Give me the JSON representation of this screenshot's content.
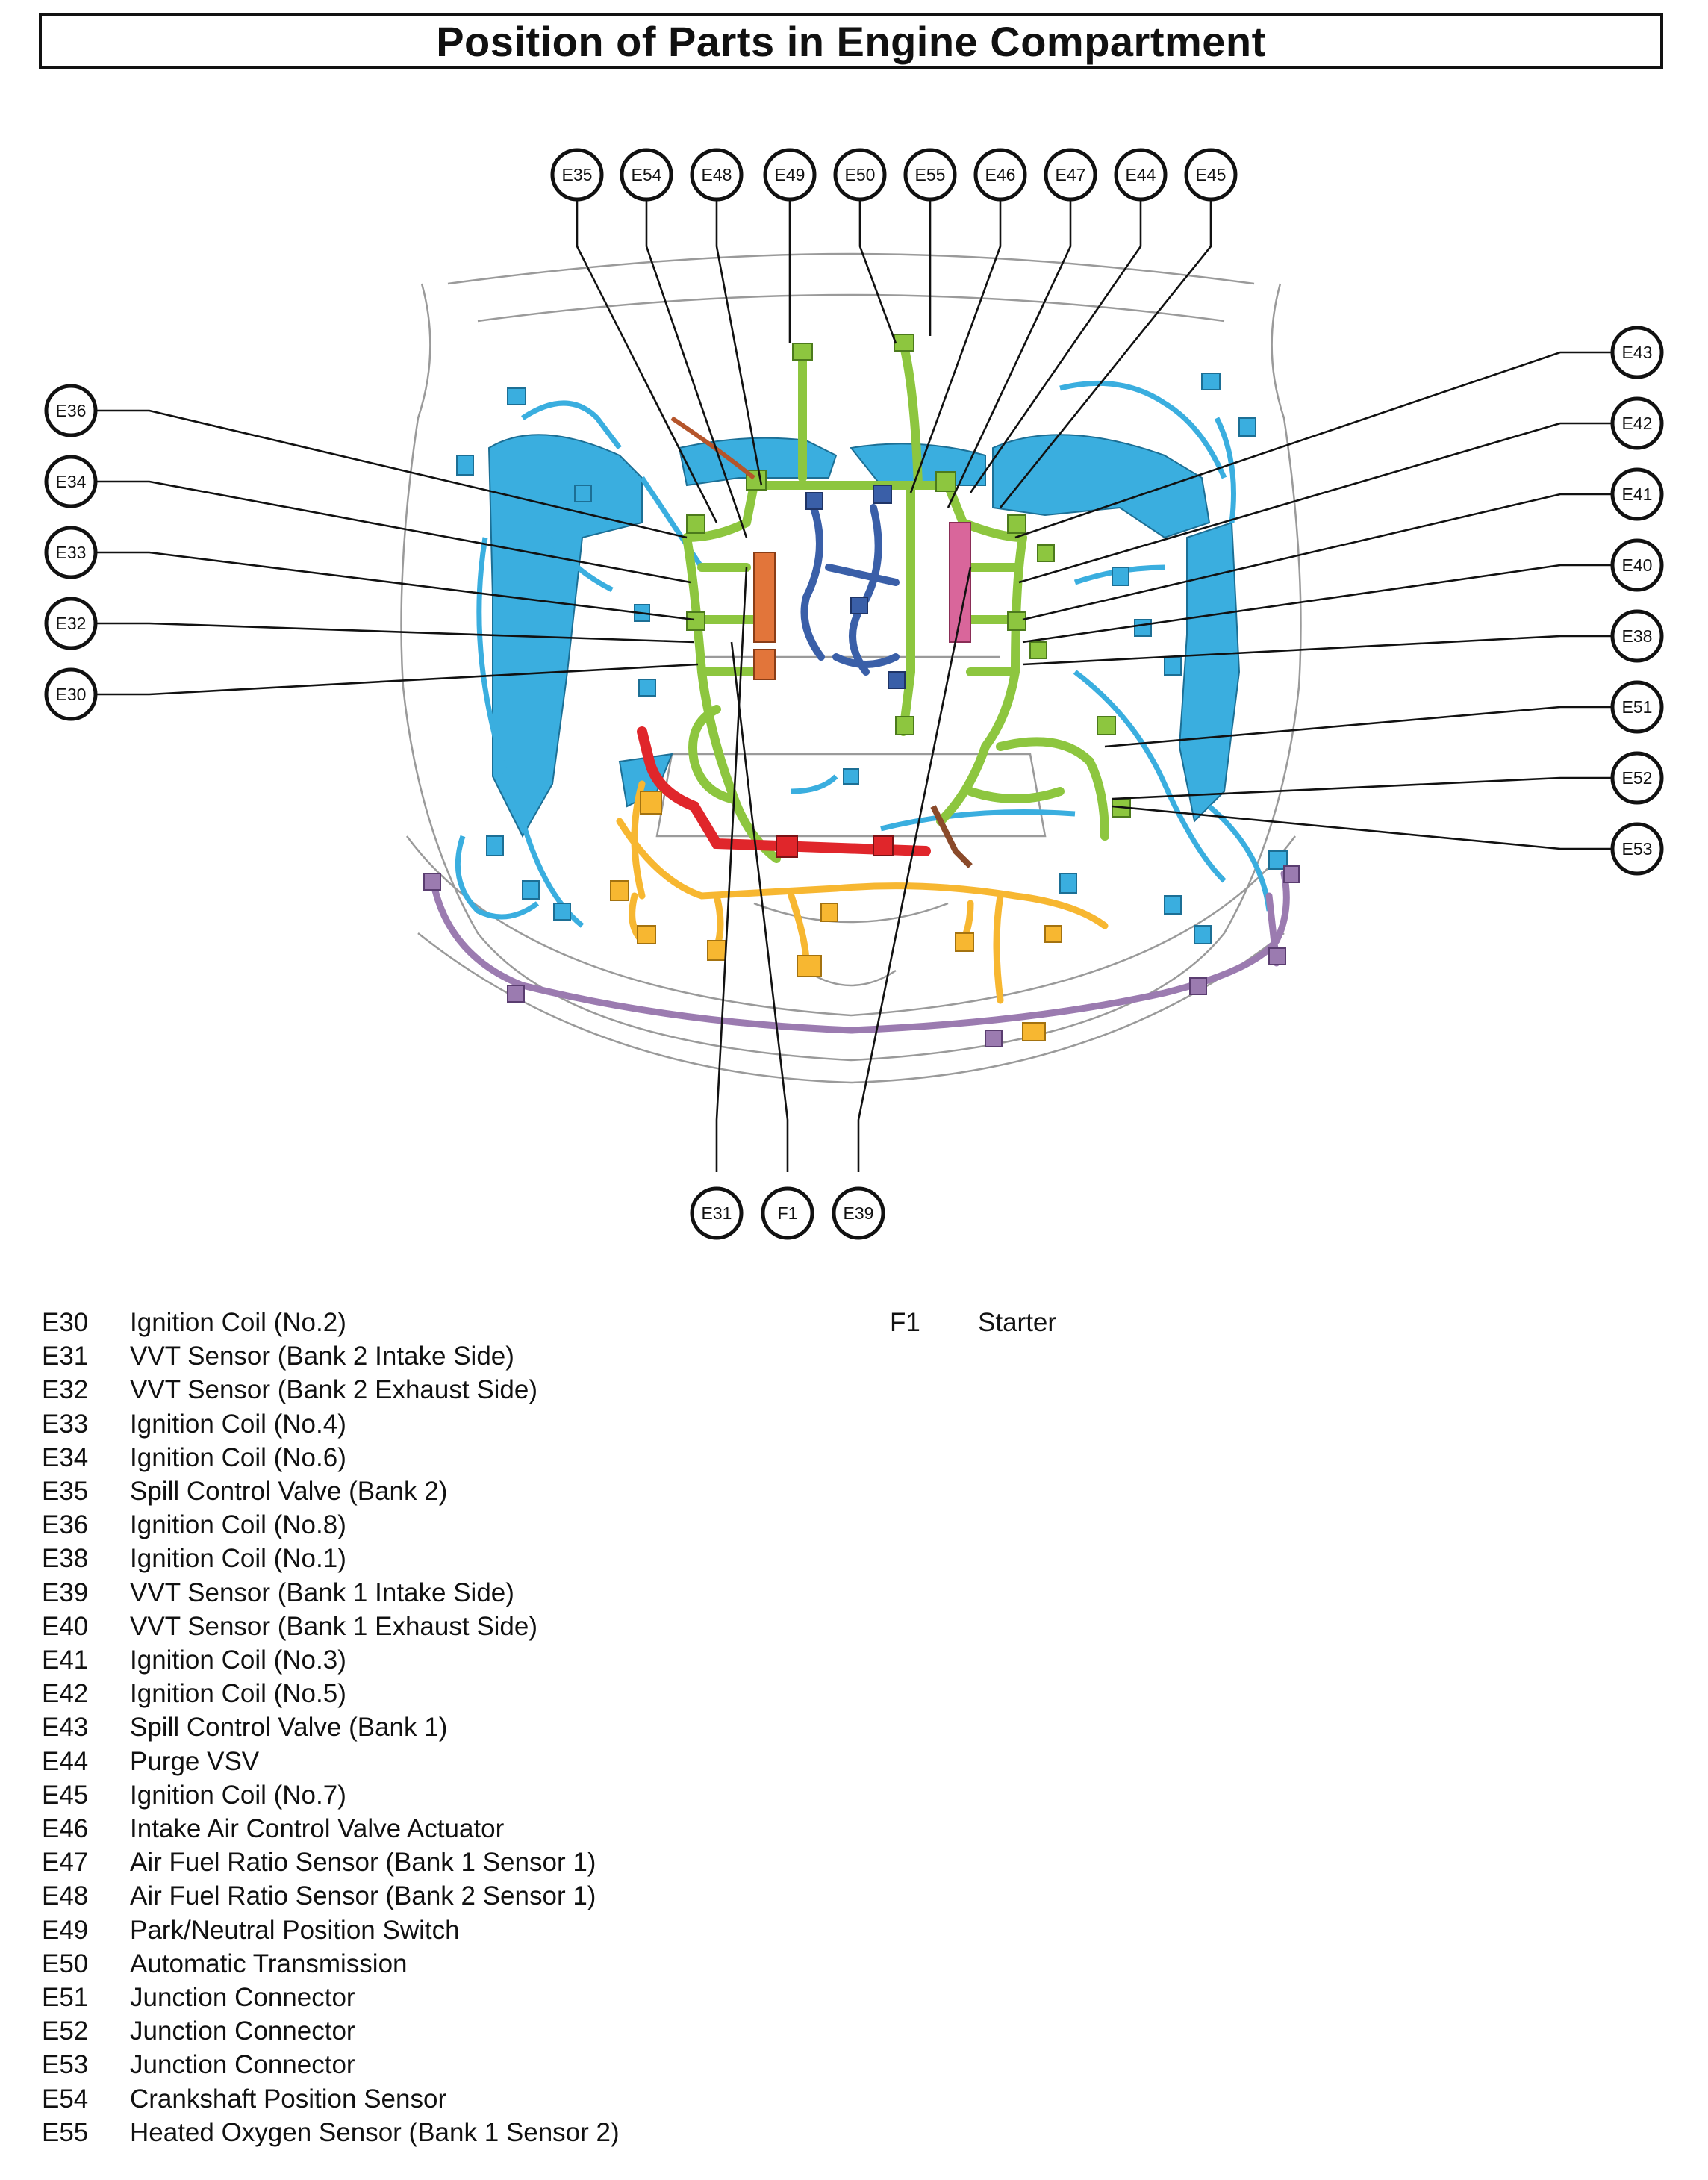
{
  "title": "Position of Parts in Engine Compartment",
  "callouts": {
    "top": [
      "E35",
      "E54",
      "E48",
      "E49",
      "E50",
      "E55",
      "E46",
      "E47",
      "E44",
      "E45"
    ],
    "left": [
      "E36",
      "E34",
      "E33",
      "E32",
      "E30"
    ],
    "right": [
      "E43",
      "E42",
      "E41",
      "E40",
      "E38",
      "E51",
      "E52",
      "E53"
    ],
    "bottom": [
      "E31",
      "F1",
      "E39"
    ]
  },
  "legend_left": [
    {
      "code": "E30",
      "desc": "Ignition Coil (No.2)"
    },
    {
      "code": "E31",
      "desc": "VVT Sensor (Bank 2 Intake Side)"
    },
    {
      "code": "E32",
      "desc": "VVT Sensor (Bank 2 Exhaust Side)"
    },
    {
      "code": "E33",
      "desc": "Ignition Coil (No.4)"
    },
    {
      "code": "E34",
      "desc": "Ignition Coil (No.6)"
    },
    {
      "code": "E35",
      "desc": "Spill Control Valve (Bank 2)"
    },
    {
      "code": "E36",
      "desc": "Ignition Coil (No.8)"
    },
    {
      "code": "E38",
      "desc": "Ignition Coil (No.1)"
    },
    {
      "code": "E39",
      "desc": "VVT Sensor (Bank 1 Intake Side)"
    },
    {
      "code": "E40",
      "desc": "VVT Sensor (Bank 1 Exhaust Side)"
    },
    {
      "code": "E41",
      "desc": "Ignition Coil (No.3)"
    },
    {
      "code": "E42",
      "desc": "Ignition Coil (No.5)"
    },
    {
      "code": "E43",
      "desc": "Spill Control Valve (Bank 1)"
    },
    {
      "code": "E44",
      "desc": "Purge VSV"
    },
    {
      "code": "E45",
      "desc": "Ignition Coil (No.7)"
    },
    {
      "code": "E46",
      "desc": "Intake Air Control Valve Actuator"
    },
    {
      "code": "E47",
      "desc": "Air Fuel Ratio Sensor (Bank 1 Sensor 1)"
    },
    {
      "code": "E48",
      "desc": "Air Fuel Ratio Sensor (Bank 2 Sensor 1)"
    },
    {
      "code": "E49",
      "desc": "Park/Neutral Position Switch"
    },
    {
      "code": "E50",
      "desc": "Automatic Transmission"
    },
    {
      "code": "E51",
      "desc": "Junction Connector"
    },
    {
      "code": "E52",
      "desc": "Junction Connector"
    },
    {
      "code": "E53",
      "desc": "Junction Connector"
    },
    {
      "code": "E54",
      "desc": "Crankshaft Position Sensor"
    },
    {
      "code": "E55",
      "desc": "Heated Oxygen Sensor (Bank 1 Sensor 2)"
    }
  ],
  "legend_right": [
    {
      "code": "F1",
      "desc": "Starter"
    }
  ],
  "colors": {
    "harness_blue": "#3aaedf",
    "harness_green": "#8dc63f",
    "harness_orange": "#f7b731",
    "harness_red": "#e0262b",
    "harness_purple": "#9b7bb0",
    "harness_navy": "#3a5fa8",
    "harness_brown": "#b5552b",
    "harness_pink": "#d9669b",
    "outline": "#9a9a9a"
  }
}
